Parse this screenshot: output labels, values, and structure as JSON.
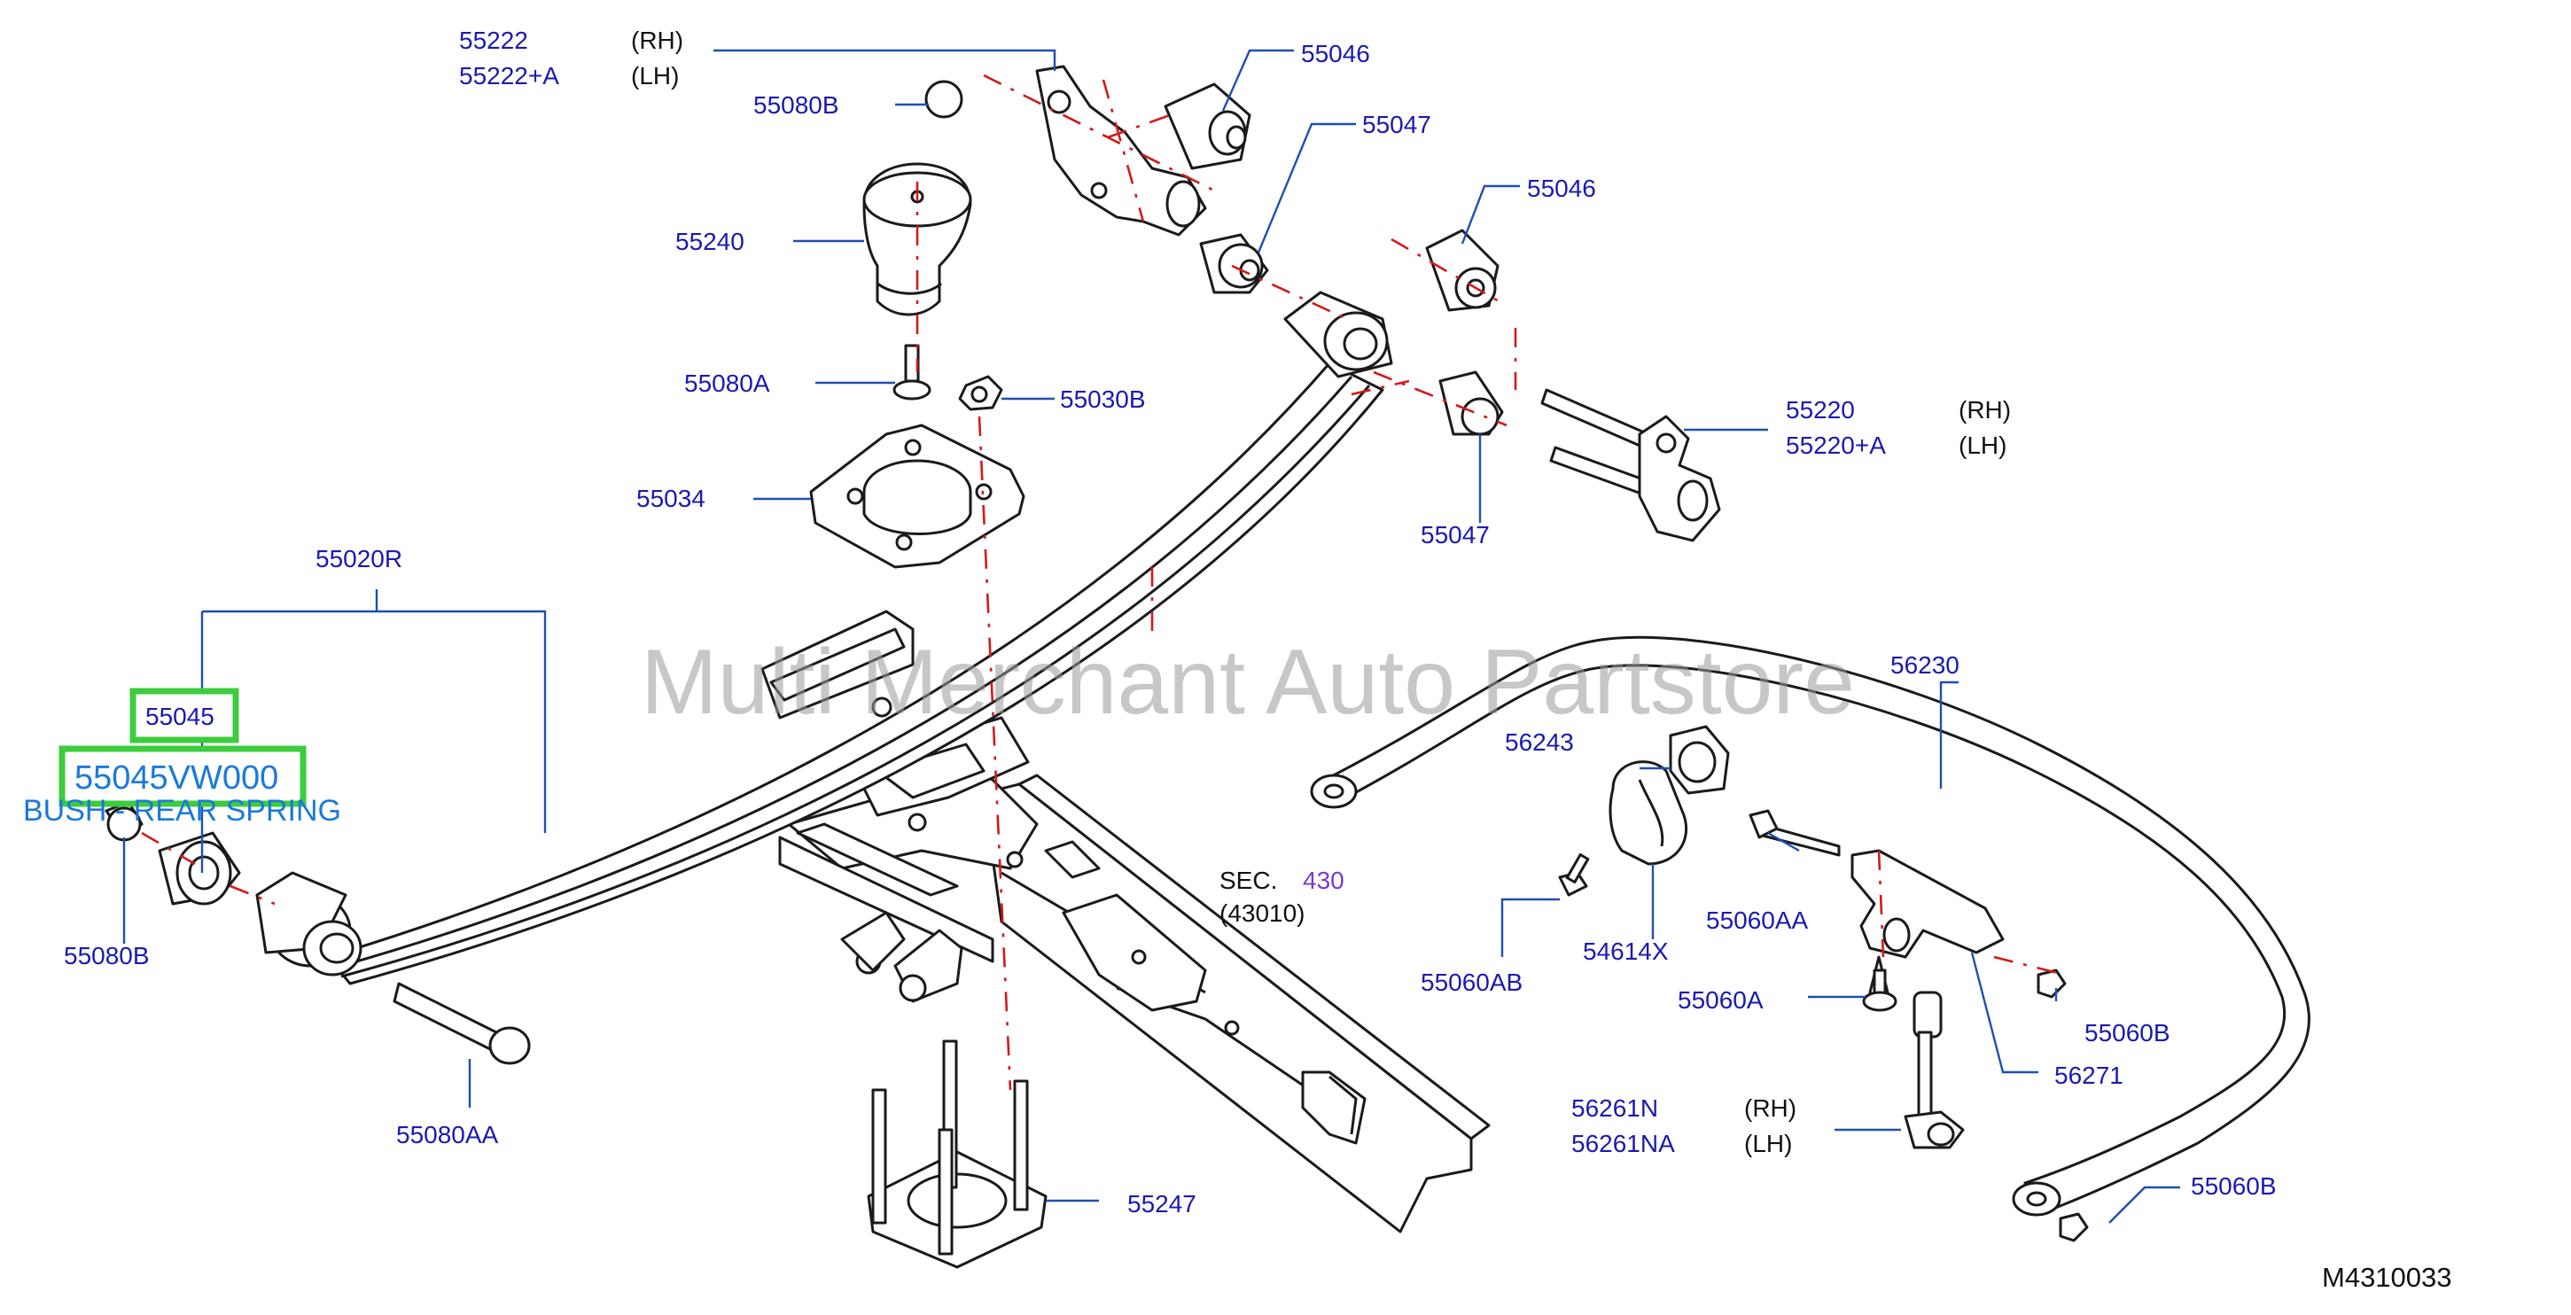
{
  "watermark": "Multi Merchant Auto Partstore",
  "diagram_code": "M4310033",
  "highlight": {
    "ref": "55045",
    "part_number": "55045VW000",
    "description": "BUSH - REAR SPRING"
  },
  "section": {
    "sec": "SEC.",
    "num": "430",
    "sub": "(43010)"
  },
  "labels": {
    "p55222": "55222",
    "p55222_side": "(RH)",
    "p55222A": "55222+A",
    "p55222A_side": "(LH)",
    "p55080B_top": "55080B",
    "p55046_top": "55046",
    "p55047_top": "55047",
    "p55046_right": "55046",
    "p55240": "55240",
    "p55080A": "55080A",
    "p55030B": "55030B",
    "p55220": "55220",
    "p55220_side": "(RH)",
    "p55220A": "55220+A",
    "p55220A_side": "(LH)",
    "p55034": "55034",
    "p55047_low": "55047",
    "p55020R": "55020R",
    "p55080B_left": "55080B",
    "p55080AA": "55080AA",
    "p55247": "55247",
    "p56230": "56230",
    "p56243": "56243",
    "p55060AB": "55060AB",
    "p54614X": "54614X",
    "p55060AA": "55060AA",
    "p55060A": "55060A",
    "p55060B_mid": "55060B",
    "p56271": "56271",
    "p56261N": "56261N",
    "p56261N_side": "(RH)",
    "p56261NA": "56261NA",
    "p56261NA_side": "(LH)",
    "p55060B_low": "55060B"
  },
  "colors": {
    "label": "#1a1ab0",
    "highlight_border": "#3dcc3d",
    "highlight_text": "#1a7ad8",
    "centerline": "#d21a1a"
  }
}
